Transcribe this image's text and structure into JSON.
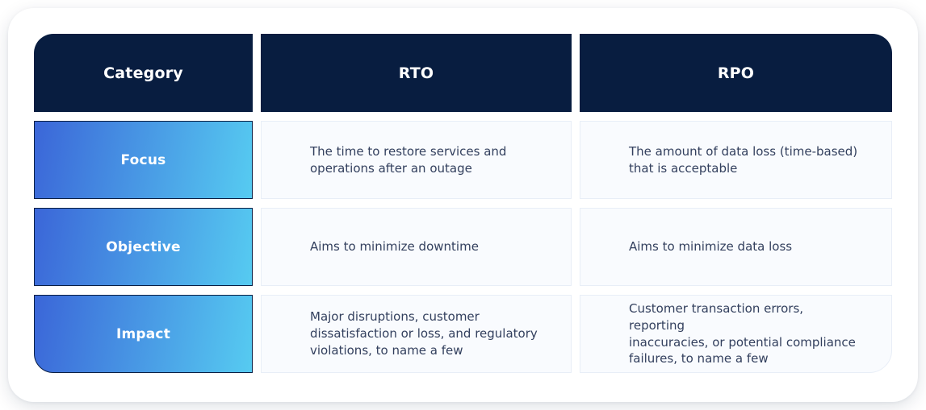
{
  "table": {
    "columns": [
      {
        "key": "category",
        "label": "Category"
      },
      {
        "key": "rto",
        "label": "RTO"
      },
      {
        "key": "rpo",
        "label": "RPO"
      }
    ],
    "rows": [
      {
        "category": "Focus",
        "rto": "The time to restore services and\noperations after an outage",
        "rpo": "The amount of data loss (time-based)\nthat is acceptable"
      },
      {
        "category": "Objective",
        "rto": "Aims to minimize downtime",
        "rpo": "Aims to minimize data loss"
      },
      {
        "category": "Impact",
        "rto": "Major disruptions, customer\ndissatisfaction or loss, and regulatory\nviolations, to name a few",
        "rpo": "Customer transaction errors, reporting\ninaccuracies, or potential compliance\nfailures, to name a few"
      }
    ],
    "colors": {
      "header_bg": "#081d40",
      "header_text": "#ffffff",
      "category_gradient_start": "#3b66d8",
      "category_gradient_end": "#56cbf1",
      "category_border": "#0a1f44",
      "category_text": "#ffffff",
      "body_bg": "#f9fbfe",
      "body_border": "#e8eef7",
      "body_text": "#33405e",
      "card_bg": "#ffffff"
    }
  }
}
